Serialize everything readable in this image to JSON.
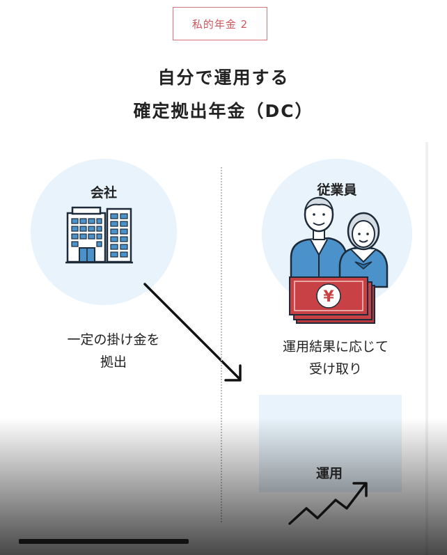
{
  "badge": {
    "text": "私的年金 2"
  },
  "heading": {
    "line1": "自分で運用する",
    "line2": "確定拠出年金（DC）"
  },
  "company": {
    "label": "会社",
    "description_line1": "一定の掛け金を",
    "description_line2": "拠出"
  },
  "employee": {
    "label": "従業員",
    "description_line1": "運用結果に応じて",
    "description_line2": "受け取り"
  },
  "investment": {
    "label": "運用"
  },
  "money_symbol": "¥",
  "icons": {
    "building": "office-building-icon",
    "couple": "elderly-couple-icon",
    "banknotes": "yen-banknotes-icon",
    "arrow": "diagonal-arrow-icon",
    "growth": "growth-arrow-icon"
  },
  "colors": {
    "accent_red": "#c84245",
    "badge_text": "#d0545c",
    "circle_bg": "#e8f3fb",
    "shirt_blue": "#4a92c9",
    "text": "#222222"
  }
}
